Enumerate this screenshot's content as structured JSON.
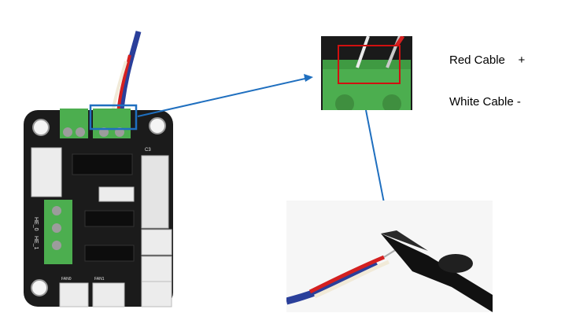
{
  "labels": {
    "red_cable": "Red Cable    +",
    "white_cable": "White Cable -"
  },
  "board_text": {
    "he0": "HE_0",
    "he1": "HE_1",
    "fan0": "FAN0",
    "fan1": "FAN1",
    "c3": "C3"
  },
  "colors": {
    "arrow": "#1f6fbf",
    "highlight_blue": "#1f6fbf",
    "highlight_red": "#d01010",
    "board": "#1a1a1a",
    "terminal_green": "#4cae4f",
    "connector_white": "#ececec"
  }
}
